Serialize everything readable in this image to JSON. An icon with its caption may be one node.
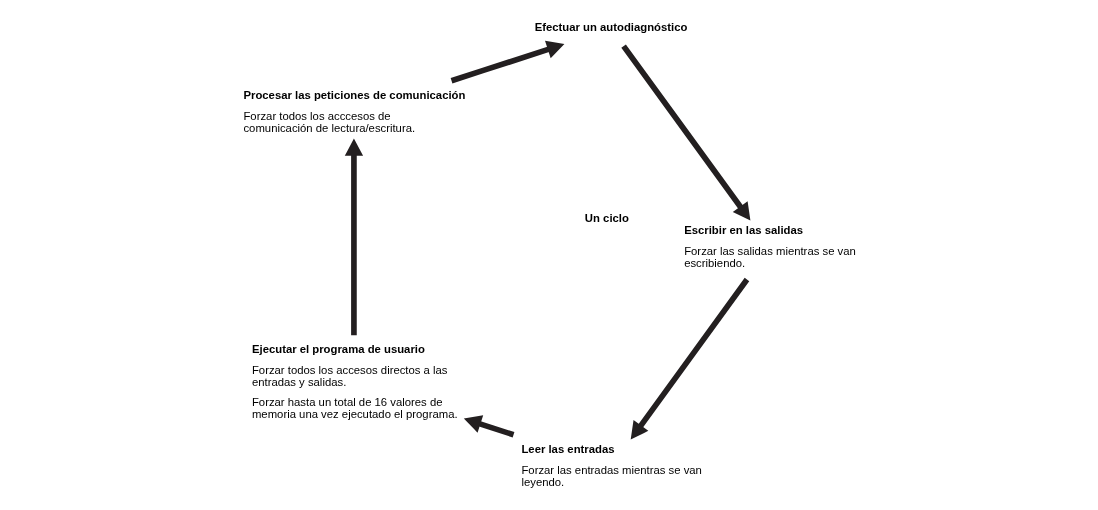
{
  "diagram": {
    "nodes": [
      {
        "text": [
          "Leer las entradas",
          "Forzar las entradas mientras se van leyendo."
        ]
      },
      {
        "text": [
          "Escribir en las salidas",
          "Forzar las salidas mientras se van escribiendo."
        ]
      },
      {
        "text": [
          "Ejecutar el programa de usuario",
          "Forzar todos los accesos directos a las entradas y salidas.",
          "Forzar hasta un total de 16 valores de memoria una vez ejecutado el programa."
        ]
      },
      {
        "text": [
          "Efectuar un autodiagnóstico"
        ]
      },
      {
        "text": [
          "Procesar las peticiones de comunicación",
          "Forzar todos los acccesos de comunicación de lectura/escritura."
        ]
      }
    ],
    "edges": [
      {
        "from": 0,
        "to": 2,
        "arrow": "to"
      },
      {
        "from": 2,
        "to": 4,
        "arrow": "to"
      },
      {
        "from": 4,
        "to": 3,
        "arrow": "to"
      },
      {
        "from": 3,
        "to": 1,
        "arrow": "to"
      },
      {
        "from": 1,
        "to": 0,
        "arrow": "to"
      }
    ],
    "labels": [
      "Un ciclo"
    ]
  }
}
